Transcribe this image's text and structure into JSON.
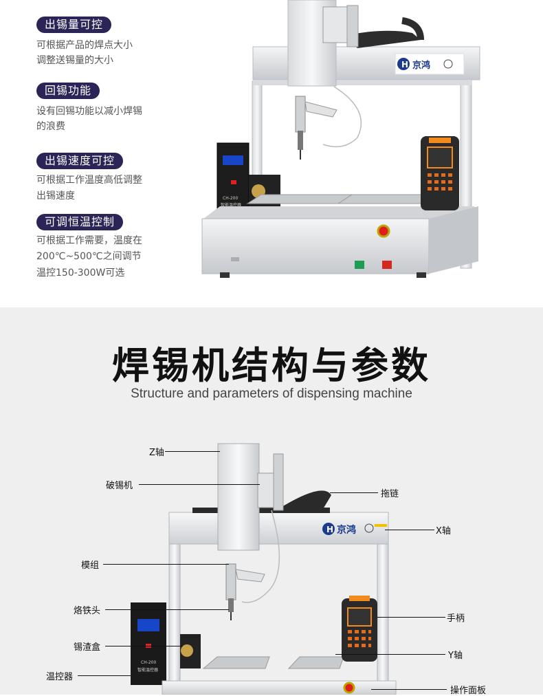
{
  "features": [
    {
      "title": "出锡量可控",
      "lines": [
        "可根据产品的焊点大小",
        "调整送锡量的大小"
      ]
    },
    {
      "title": "回锡功能",
      "lines": [
        "设有回锡功能以减小焊锡",
        "的浪费"
      ]
    },
    {
      "title": "出锡速度可控",
      "lines": [
        "可根据工作温度高低调整",
        "出锡速度"
      ]
    },
    {
      "title": "可调恒温控制",
      "lines": [
        "可根据工作需要，温度在",
        "200℃~500℃之间调节",
        "温控150-300W可选"
      ]
    }
  ],
  "brand": "京鸿",
  "controller_model": "CH-200",
  "controller_name": "智能温控器",
  "section": {
    "title": "焊锡机结构与参数",
    "subtitle": "Structure and parameters of dispensing machine"
  },
  "callouts": {
    "z_axis": "Z轴",
    "feeder": "破锡机",
    "module": "模组",
    "iron_head": "烙铁头",
    "dross_box": "锡渣盒",
    "temp_controller": "温控器",
    "drag_chain": "拖链",
    "x_axis": "X轴",
    "handle": "手柄",
    "y_axis": "Y轴",
    "panel": "操作面板"
  }
}
